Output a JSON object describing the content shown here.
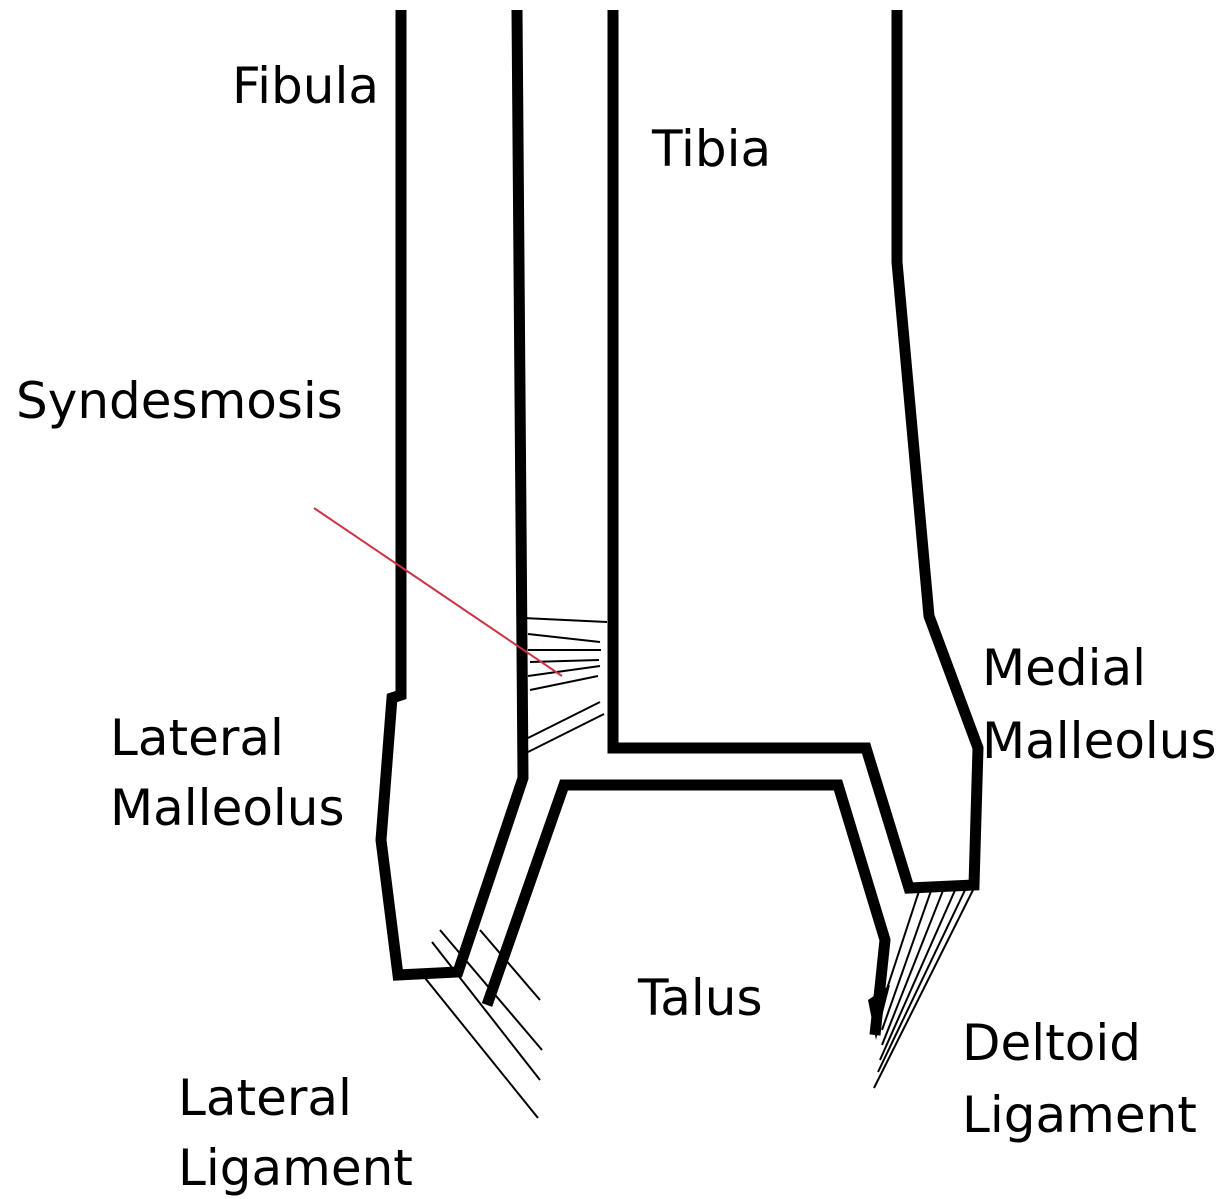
{
  "labels": {
    "fibula": "Fibula",
    "tibia": "Tibia",
    "syndesmosis": "Syndesmosis",
    "lateral_malleolus_line1": "Lateral",
    "lateral_malleolus_line2": "Malleolus",
    "medial_malleolus_line1": "Medial",
    "medial_malleolus_line2": "Malleolus",
    "talus": "Talus",
    "lateral_ligament_line1": "Lateral",
    "lateral_ligament_line2": "Ligament",
    "deltoid_ligament_line1": "Deltoid",
    "deltoid_ligament_line2": "Ligament"
  },
  "colors": {
    "outline": "#000000",
    "pointer": "#cc3344",
    "background": "#ffffff"
  }
}
